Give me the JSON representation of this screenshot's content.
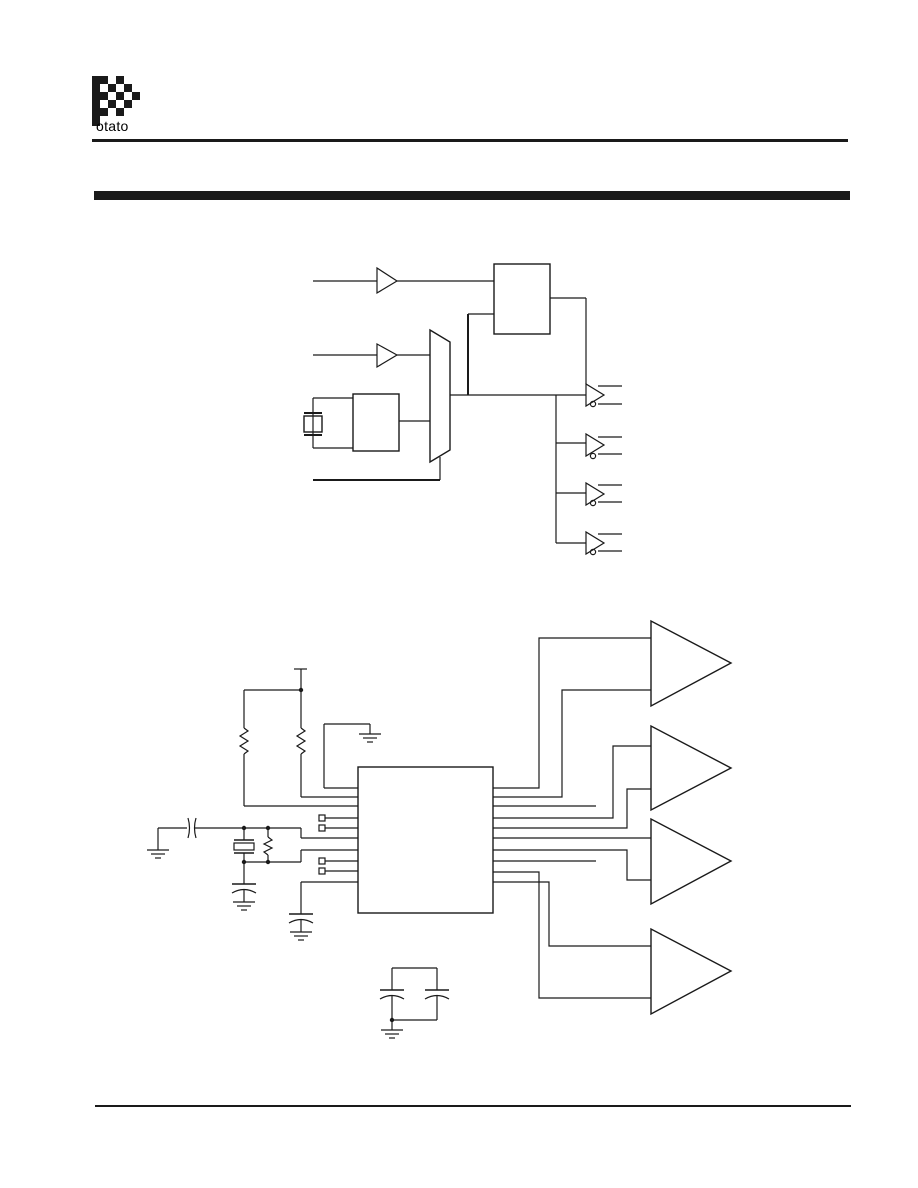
{
  "header": {
    "logo_text": "otato"
  },
  "colors": {
    "ink": "#1a1a1a",
    "background": "#ffffff"
  },
  "diagrams": {
    "block_diagram": {
      "inputs": 3,
      "output_buffers": 4
    },
    "application_circuit": {
      "resistors": 3,
      "capacitors": 5,
      "output_drivers": 4
    }
  }
}
